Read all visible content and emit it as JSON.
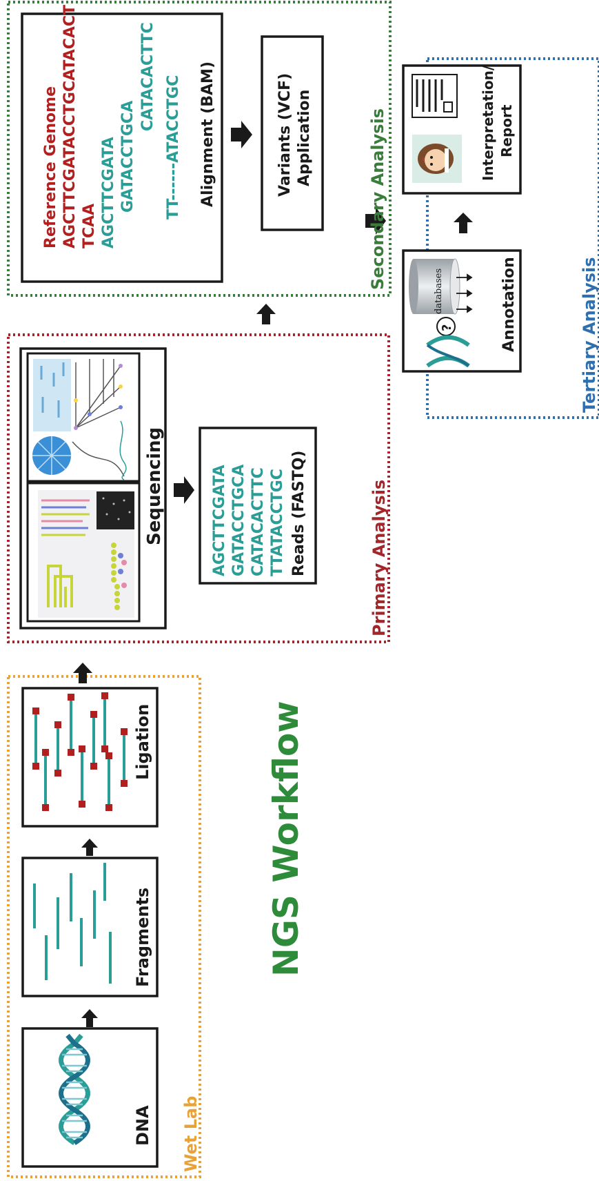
{
  "title": "NGS Workflow",
  "colors": {
    "wetlab": "#e8a23a",
    "primary": "#a3262a",
    "secondary": "#3a7d3a",
    "tertiary": "#2f6fae",
    "title": "#2e8b3a",
    "teal": "#2a9d96",
    "red": "#b21f1f",
    "ink": "#1a1a1a"
  },
  "sections": {
    "wetlab": {
      "label": "Wet Lab"
    },
    "primary": {
      "label": "Primary Analysis"
    },
    "secondary": {
      "label": "Secondary Analysis"
    },
    "tertiary": {
      "label": "Tertiary Analysis"
    }
  },
  "steps": {
    "dna": "DNA",
    "fragments": "Fragments",
    "ligation": "Ligation",
    "sequencing": "Sequencing",
    "annotation": "Annotation",
    "report_line1": "Interpretation/",
    "report_line2": "Report",
    "databases": "databases",
    "question": "?"
  },
  "reads": {
    "sequences": [
      "AGCTTCGATA",
      "GATACCTGCA",
      "CATACACTTC",
      "TTATACCTGC"
    ],
    "label": "Reads (FASTQ)"
  },
  "alignment": {
    "ref_label": "Reference Genome",
    "ref_seq1": "AGCTTCGATACCTGCATACACT",
    "ref_seq2": "TCAA",
    "reads": [
      "AGCTTCGATA",
      "GATACCTGCA",
      "CATACACTTC",
      "TT------ATACCTGC"
    ],
    "label": "Alignment (BAM)"
  },
  "variants": {
    "line1": "Variants (VCF)",
    "line2": "Application"
  }
}
